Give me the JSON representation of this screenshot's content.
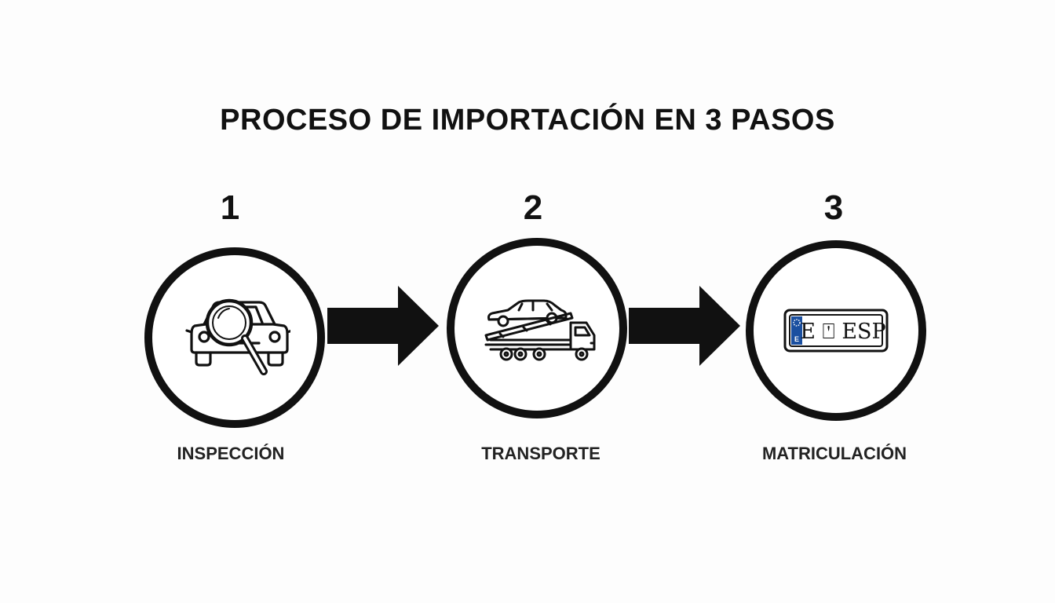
{
  "title": "PROCESO DE IMPORTACIÓN EN 3 PASOS",
  "steps": [
    {
      "number": "1",
      "label": "INSPECCIÓN",
      "icon": "magnifier-car-icon"
    },
    {
      "number": "2",
      "label": "TRANSPORTE",
      "icon": "tow-truck-icon"
    },
    {
      "number": "3",
      "label": "MATRICULACIÓN",
      "icon": "license-plate-icon"
    }
  ],
  "plate": {
    "text": "E ⍞ ESP",
    "country_code": "E"
  },
  "colors": {
    "stroke": "#111111",
    "background": "#fdfdfd",
    "plate_blue": "#1a4fa0"
  }
}
